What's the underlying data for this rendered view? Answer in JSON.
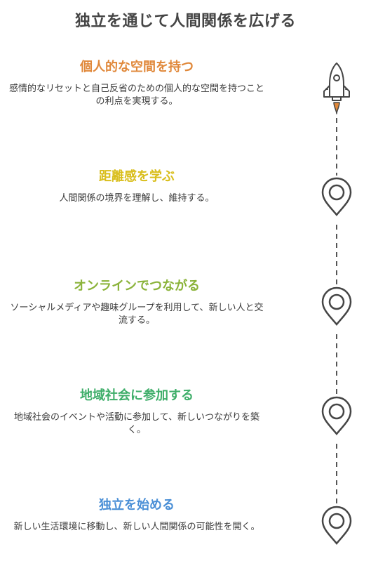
{
  "title": "独立を通じて人間関係を広げる",
  "steps": [
    {
      "title": "個人的な空間を持つ",
      "color": "#e0883a",
      "description": "感情的なリセットと自己反省のための個人的な空間を持つことの利点を実現する。",
      "icon": "rocket-icon"
    },
    {
      "title": "距離感を学ぶ",
      "color": "#d9be1c",
      "description": "人間関係の境界を理解し、維持する。",
      "icon": "map-pin-icon"
    },
    {
      "title": "オンラインでつながる",
      "color": "#8bb33a",
      "description": "ソーシャルメディアや趣味グループを利用して、新しい人と交流する。",
      "icon": "map-pin-icon"
    },
    {
      "title": "地域社会に参加する",
      "color": "#3fae6a",
      "description": "地域社会のイベントや活動に参加して、新しいつながりを築く。",
      "icon": "map-pin-icon"
    },
    {
      "title": "独立を始める",
      "color": "#4a8fd6",
      "description": "新しい生活環境に移動し、新しい人間関係の可能性を開く。",
      "icon": "map-pin-icon"
    }
  ]
}
